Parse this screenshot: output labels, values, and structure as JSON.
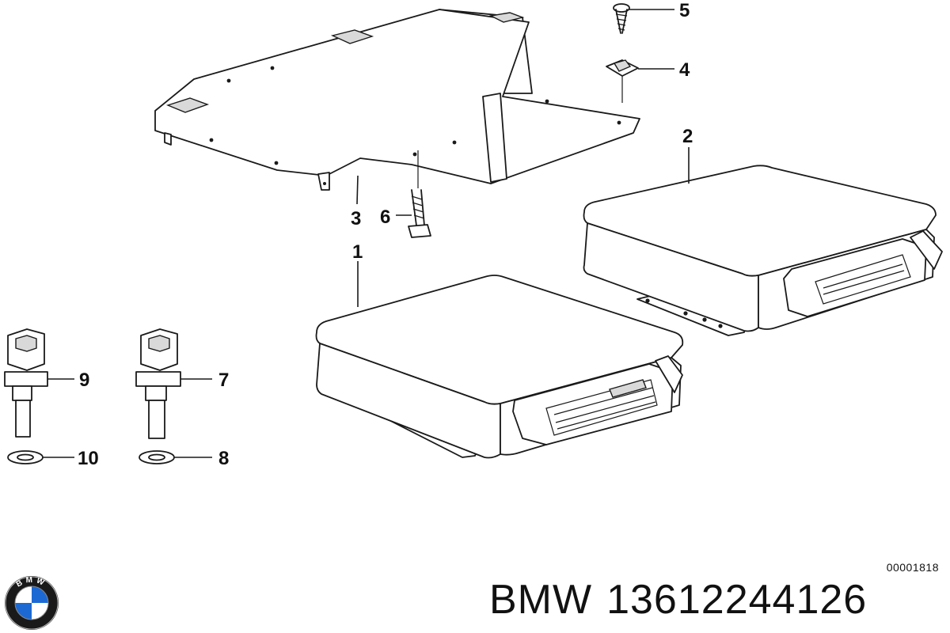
{
  "diagram": {
    "callouts": {
      "c1": "1",
      "c2": "2",
      "c3": "3",
      "c4": "4",
      "c5": "5",
      "c6": "6",
      "c7": "7",
      "c8": "8",
      "c9": "9",
      "c10": "10"
    },
    "diagram_id": "00001818"
  },
  "footer": {
    "brand": "BMW",
    "part_number": "13612244126",
    "logo_letters": "BMW"
  }
}
